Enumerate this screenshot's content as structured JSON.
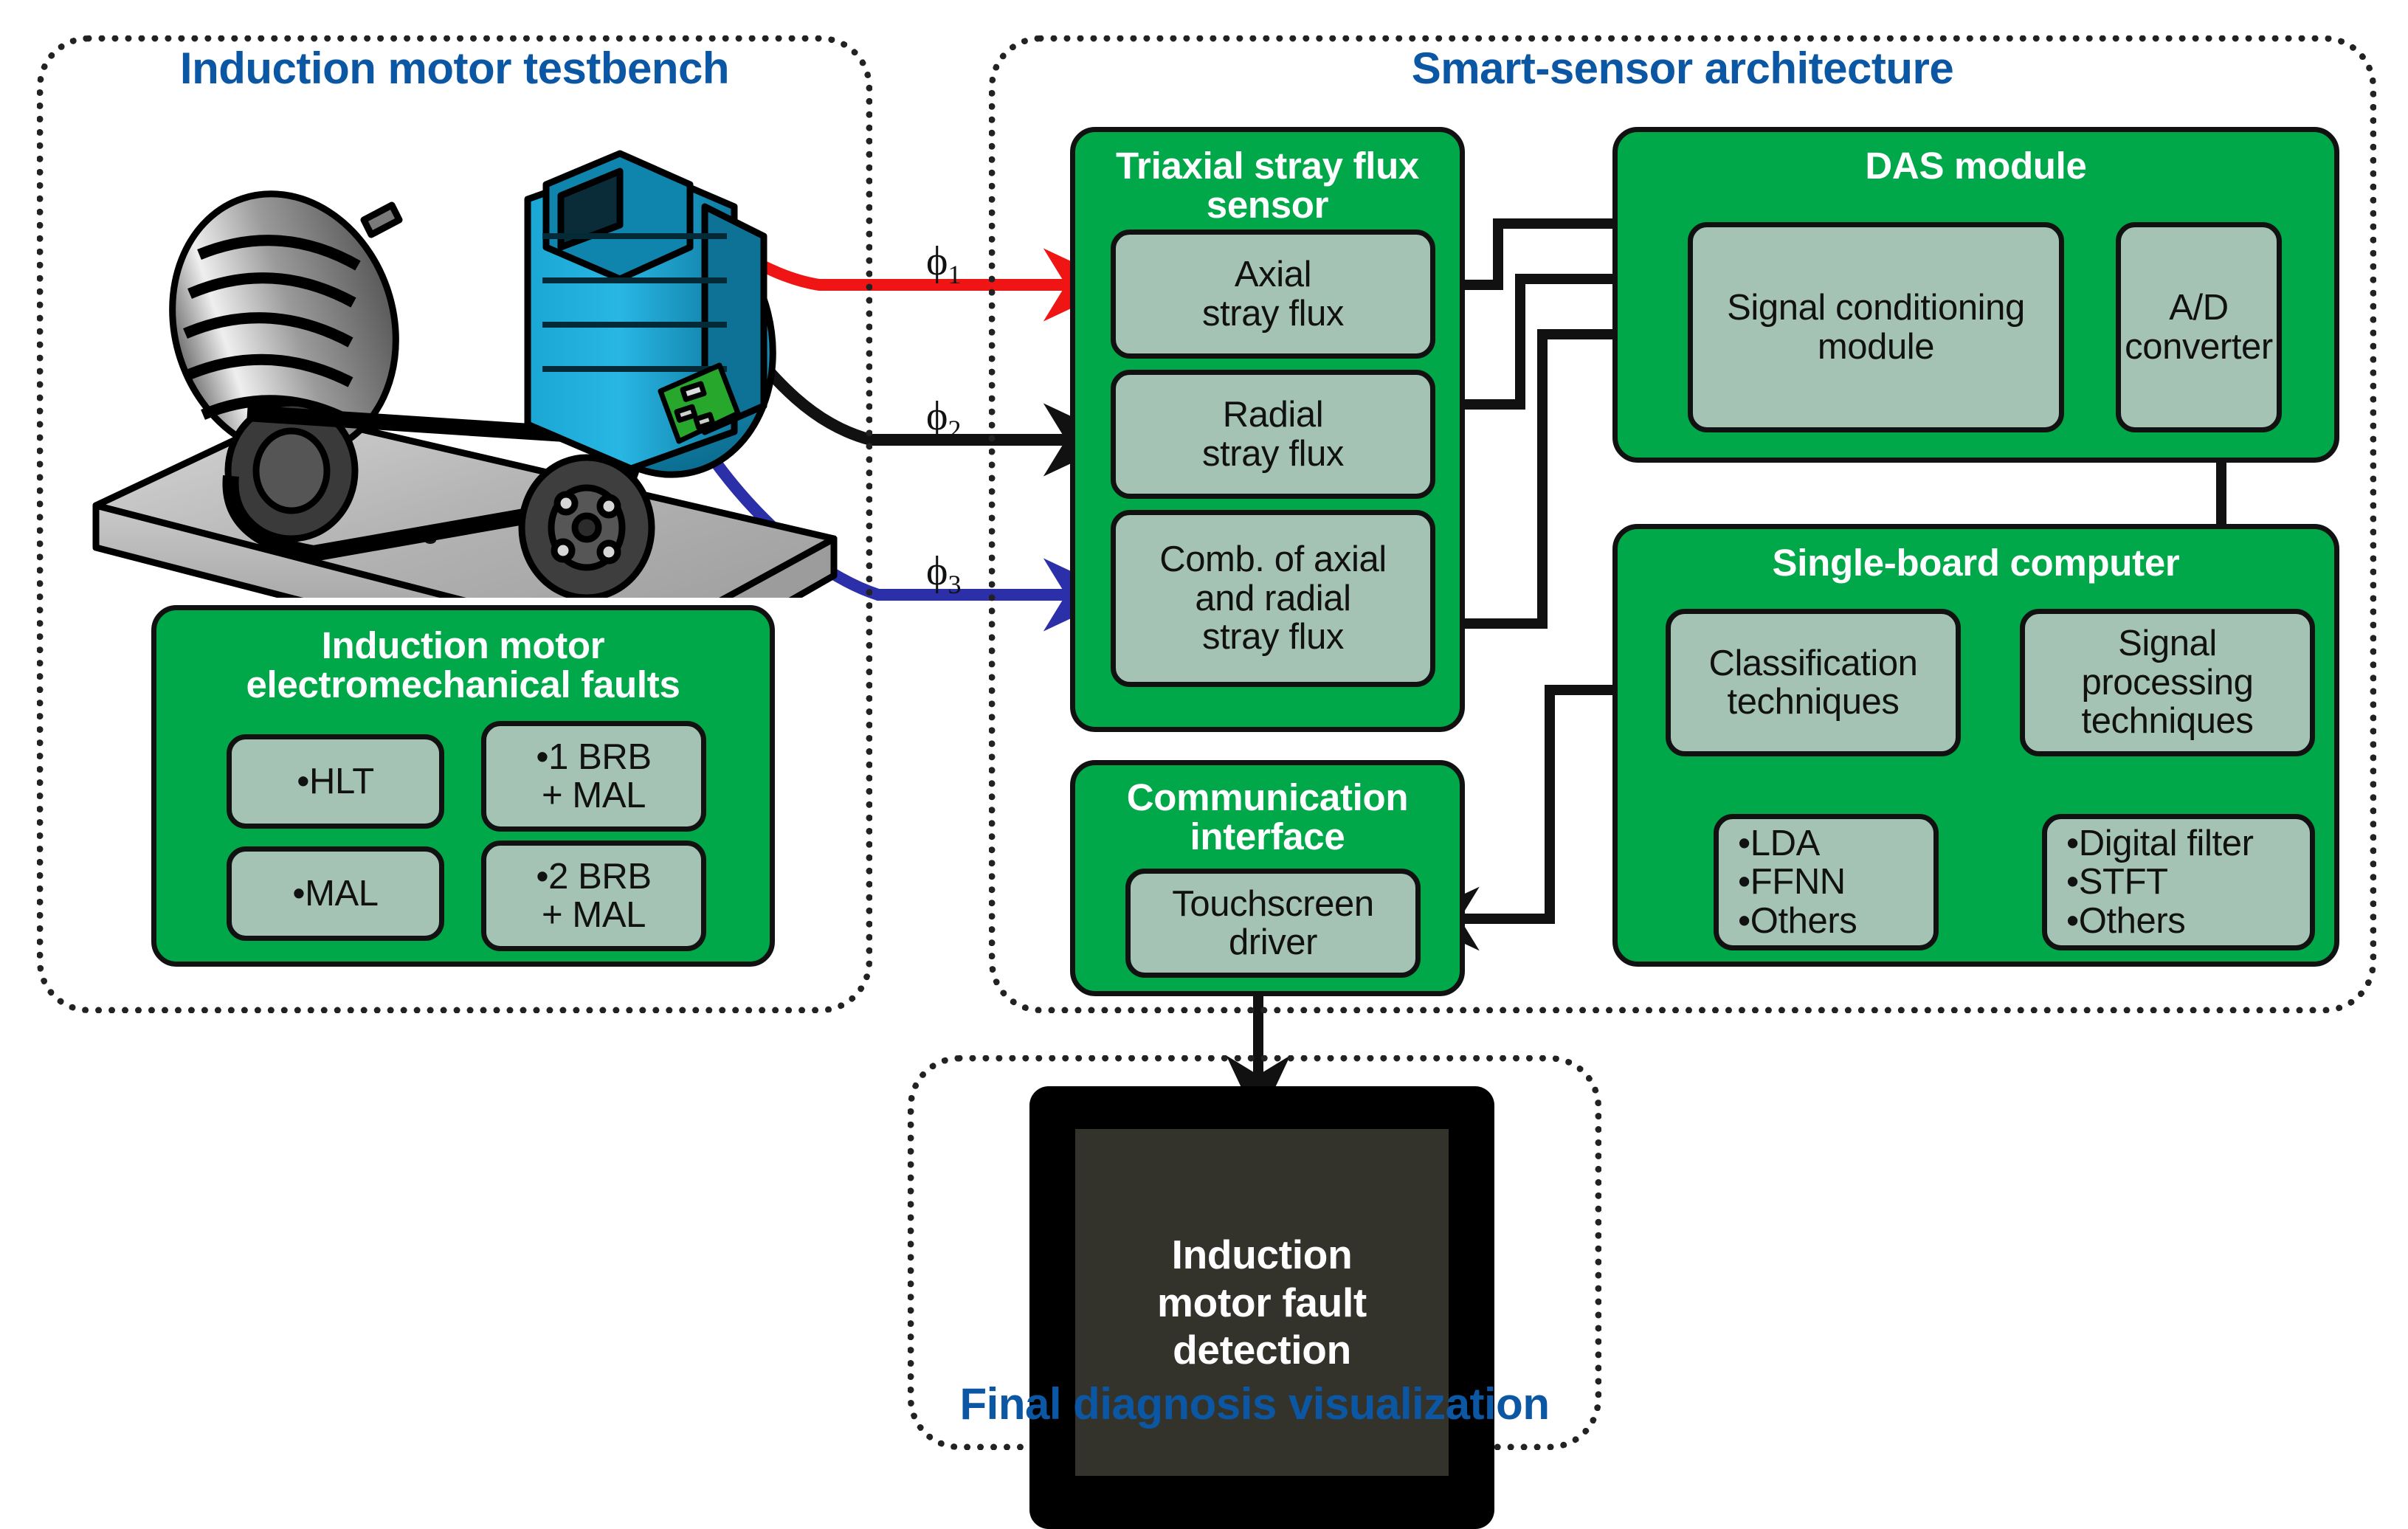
{
  "panels": {
    "testbench": {
      "title": "Induction motor testbench"
    },
    "architecture": {
      "title": "Smart-sensor architecture"
    },
    "visualization": {
      "title": "Final diagnosis visualization"
    }
  },
  "faults_group": {
    "title": "Induction motor\nelectromechanical faults",
    "items": [
      {
        "label": "•HLT"
      },
      {
        "label": "•1 BRB\n+ MAL"
      },
      {
        "label": "•MAL"
      },
      {
        "label": "•2 BRB\n+ MAL"
      }
    ]
  },
  "sensor_group": {
    "title": "Triaxial stray flux\nsensor",
    "items": [
      {
        "label": "Axial\nstray flux"
      },
      {
        "label": "Radial\nstray flux"
      },
      {
        "label": "Comb. of axial\nand radial\nstray flux"
      }
    ]
  },
  "das_group": {
    "title": "DAS module",
    "items": [
      {
        "label": "Signal conditioning\nmodule"
      },
      {
        "label": "A/D\nconverter"
      }
    ]
  },
  "sbc_group": {
    "title": "Single-board computer",
    "items": [
      {
        "label": "Classification\ntechniques"
      },
      {
        "label": "Signal\nprocessing\ntechniques"
      },
      {
        "label": "•LDA\n•FFNN\n•Others"
      },
      {
        "label": "•Digital filter\n•STFT\n•Others"
      }
    ]
  },
  "comm_group": {
    "title": "Communication\ninterface",
    "items": [
      {
        "label": "Touchscreen\ndriver"
      }
    ]
  },
  "display": {
    "screen_text": "Induction\nmotor fault\ndetection"
  },
  "flux_labels": {
    "phi1_base": "ϕ",
    "phi1_sub": "1",
    "phi2_base": "ϕ",
    "phi2_sub": "2",
    "phi3_base": "ϕ",
    "phi3_sub": "3"
  },
  "colors": {
    "green": "#00A84A",
    "inner_grey": "#A4C3B4",
    "title_blue": "#0B57A4",
    "outline": "#111111",
    "flux1_red": "#F01515",
    "flux2_black": "#111111",
    "flux3_blue": "#2B2FA8",
    "screen": "#33332C"
  }
}
